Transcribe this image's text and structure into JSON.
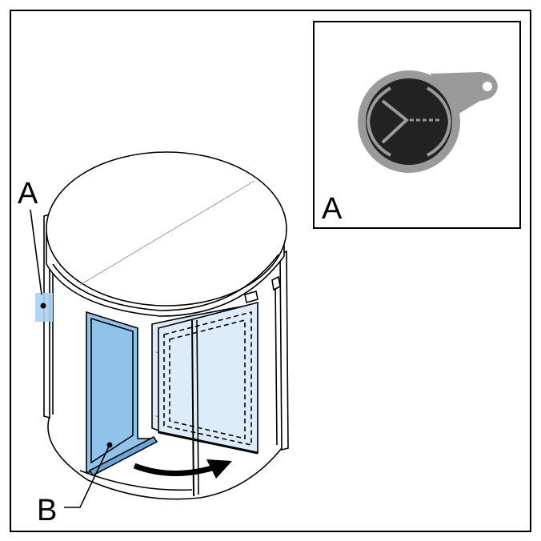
{
  "labels": {
    "callout_a_main": "A",
    "callout_a_inset": "A",
    "callout_b": "B"
  },
  "colors": {
    "glass": "#8fc3ec",
    "glass_light": "#dcecfa",
    "highlight": "#a9d2f3",
    "key_fob_dark": "#222222",
    "key_fob_ring": "#9a9a9a",
    "outline": "#000000"
  },
  "icons": {
    "inset": "key-fob-icon",
    "rotation": "rotation-arrow-icon"
  }
}
